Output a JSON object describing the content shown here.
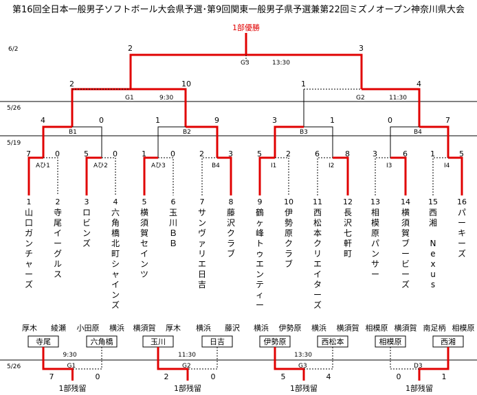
{
  "title": "第16回全日本一般男子ソフトボール大会県予選･第9回関東一般男子県予選兼第22回ミズノオープン神奈川県大会",
  "champion_label": "1部優勝",
  "dates": {
    "d1": "6/2",
    "d2": "5/26",
    "d3": "5/19",
    "d4": "5/26"
  },
  "final": {
    "code": "G3",
    "time": "13:30",
    "left_score": "2",
    "right_score": "3"
  },
  "semis": [
    {
      "code": "G1",
      "time": "9:30",
      "left_score": "2",
      "right_score": "10"
    },
    {
      "code": "G2",
      "time": "11:30",
      "left_score": "1",
      "right_score": "4"
    }
  ],
  "quarters": [
    {
      "code": "B1",
      "left_score": "4",
      "right_score": "0"
    },
    {
      "code": "B2",
      "left_score": "1",
      "right_score": "9"
    },
    {
      "code": "B3",
      "left_score": "3",
      "right_score": "1"
    },
    {
      "code": "B4",
      "left_score": "0",
      "right_score": "7"
    }
  ],
  "first_round": [
    {
      "code": "Aひ1",
      "left_score": "7",
      "right_score": "0"
    },
    {
      "code": "Aひ2",
      "left_score": "5",
      "right_score": "0"
    },
    {
      "code": "Aひ3",
      "left_score": "1",
      "right_score": "0"
    },
    {
      "code": "B4",
      "left_score": "2",
      "right_score": "3"
    },
    {
      "code": "I1",
      "left_score": "5",
      "right_score": "2"
    },
    {
      "code": "I2",
      "left_score": "6",
      "right_score": "8"
    },
    {
      "code": "I3",
      "left_score": "3",
      "right_score": "6"
    },
    {
      "code": "I4",
      "left_score": "1",
      "right_score": "5"
    }
  ],
  "teams": [
    {
      "no": "1",
      "name": "山口ガンチャーズ"
    },
    {
      "no": "2",
      "name": "寺尾イーグルス"
    },
    {
      "no": "3",
      "name": "ロビンズ"
    },
    {
      "no": "4",
      "name": "六角橋北町シャインズ"
    },
    {
      "no": "5",
      "name": "横須賀セインツ"
    },
    {
      "no": "6",
      "name": "玉川ＢＢ"
    },
    {
      "no": "7",
      "name": "サンヴァリエ日吉"
    },
    {
      "no": "8",
      "name": "藤沢クラブ"
    },
    {
      "no": "9",
      "name": "鶴ヶ峰トゥエンティー"
    },
    {
      "no": "10",
      "name": "伊勢原クラブ"
    },
    {
      "no": "11",
      "name": "西松本クリエイターズ"
    },
    {
      "no": "12",
      "name": "長沢七軒町"
    },
    {
      "no": "13",
      "name": "相模原パンサー"
    },
    {
      "no": "14",
      "name": "横須賀ブービーズ"
    },
    {
      "no": "15",
      "name": "西湘 Nexus"
    },
    {
      "no": "16",
      "name": "パーキーズ"
    }
  ],
  "consolation": [
    {
      "left_city": "厚木",
      "right_city": "綾瀬",
      "left_team": "寺尾",
      "right_team": "六角橋",
      "left_city2": "小田原",
      "right_city2": "横浜",
      "code": "G1",
      "time": "9:30",
      "left_score": "7",
      "right_score": "0",
      "result": "1部残留"
    },
    {
      "left_city": "横須賀",
      "right_city": "厚木",
      "left_team": "玉川",
      "right_team": "日吉",
      "left_city2": "横浜",
      "right_city2": "藤沢",
      "code": "G2",
      "time": "11:30",
      "left_score": "2",
      "right_score": "0",
      "result": "1部残留"
    },
    {
      "left_city": "横浜",
      "right_city": "伊勢原",
      "left_team": "伊勢原",
      "right_team": "西松本",
      "left_city2": "横浜",
      "right_city2": "横須賀",
      "code": "G3",
      "time": "13:30",
      "left_score": "5",
      "right_score": "4",
      "result": "1部残留"
    },
    {
      "left_city": "相模原",
      "right_city": "横須賀",
      "left_team": "相模原",
      "right_team": "西湘",
      "left_city2": "南足柄",
      "right_city2": "相模原",
      "code": "D3",
      "time": "",
      "left_score": "0",
      "right_score": "1",
      "result": "1部残留"
    }
  ]
}
